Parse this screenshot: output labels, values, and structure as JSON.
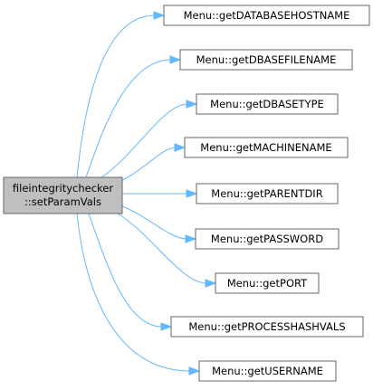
{
  "diagram": {
    "root": {
      "line1": "fileintegritychecker",
      "line2": "::setParamVals"
    },
    "callees": [
      "Menu::getDATABASEHOSTNAME",
      "Menu::getDBASEFILENAME",
      "Menu::getDBASETYPE",
      "Menu::getMACHINENAME",
      "Menu::getPARENTDIR",
      "Menu::getPASSWORD",
      "Menu::getPORT",
      "Menu::getPROCESSHASHVALS",
      "Menu::getUSERNAME"
    ],
    "colors": {
      "edge": "#63b8ff",
      "root_fill": "#bfbfbf",
      "node_border": "#666666"
    }
  }
}
